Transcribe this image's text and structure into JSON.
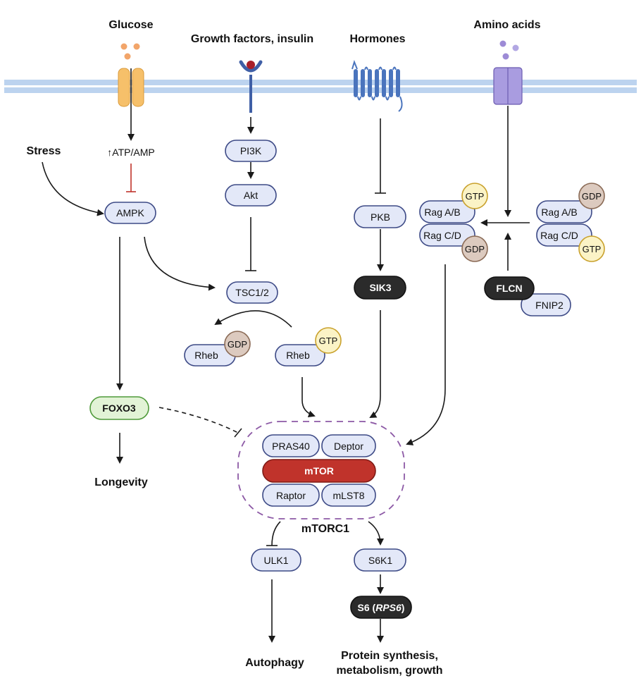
{
  "inputs": {
    "glucose": "Glucose",
    "growth_factors": "Growth factors, insulin",
    "hormones": "Hormones",
    "amino_acids": "Amino acids",
    "stress": "Stress"
  },
  "nodes": {
    "atp_amp": "↑ATP/AMP",
    "ampk": "AMPK",
    "pi3k": "PI3K",
    "akt": "Akt",
    "tsc": "TSC1/2",
    "rheb": "Rheb",
    "gdp": "GDP",
    "gtp": "GTP",
    "pkb": "PKB",
    "sik3": "SIK3",
    "rag_ab": "Rag A/B",
    "rag_cd": "Rag C/D",
    "flcn": "FLCN",
    "fnip2": "FNIP2",
    "foxo3": "FOXO3",
    "longevity": "Longevity",
    "pras40": "PRAS40",
    "deptor": "Deptor",
    "mtor": "mTOR",
    "raptor": "Raptor",
    "mlst8": "mLST8",
    "mtorc1": "mTORC1",
    "ulk1": "ULK1",
    "s6k1": "S6K1",
    "s6_prefix": "S6 (",
    "s6_gene": "RPS6",
    "s6_suffix": ")",
    "autophagy": "Autophagy",
    "protein_line1": "Protein synthesis,",
    "protein_line2": "metabolism, growth"
  },
  "colors": {
    "membrane": "#bcd3ef",
    "membrane_line": "#ffffff",
    "protein_fill": "#e3e8f8",
    "protein_stroke": "#3d4a86",
    "dark_fill": "#2b2b2b",
    "mtor_fill": "#c0332b",
    "foxo3_fill": "#e2f3d6",
    "foxo3_stroke": "#4f9a3a",
    "gtp_fill": "#fbf3c6",
    "gdp_fill": "#dccabf",
    "inhibit_red": "#c0332b",
    "complex_dash": "#8d5aa6",
    "glucose_dot": "#f2a56a",
    "amino_dot": "#9d8bd6",
    "glut_channel": "#f6c06a",
    "aa_channel": "#a99ce0",
    "receptor_blue": "#3f5fa6",
    "ligand_red": "#a8202a",
    "gpcr_blue": "#4a74bd"
  },
  "icons": [
    "glucose-transporter-icon",
    "insulin-receptor-icon",
    "gpcr-icon",
    "amino-acid-transporter-icon"
  ]
}
